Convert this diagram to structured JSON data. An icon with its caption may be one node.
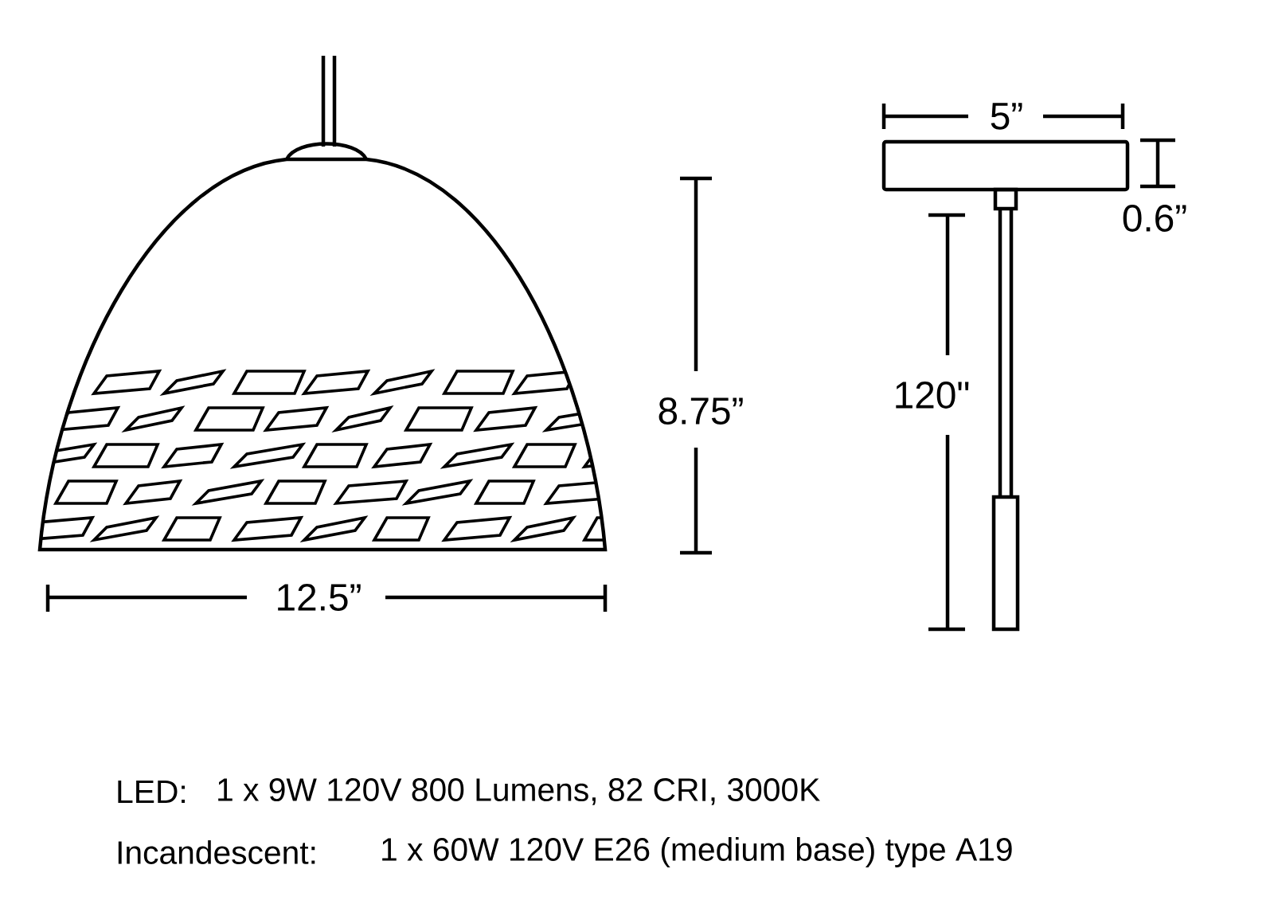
{
  "diagram": {
    "labels": [
      "5”",
      "0.6”",
      "120\"",
      "8.75”",
      "12.5”",
      "LED:",
      "1 x 9W 120V 800 Lumens, 82 CRI, 3000K",
      "Incandescent:",
      "1 x 60W 120V E26 (medium base) type A19"
    ]
  }
}
